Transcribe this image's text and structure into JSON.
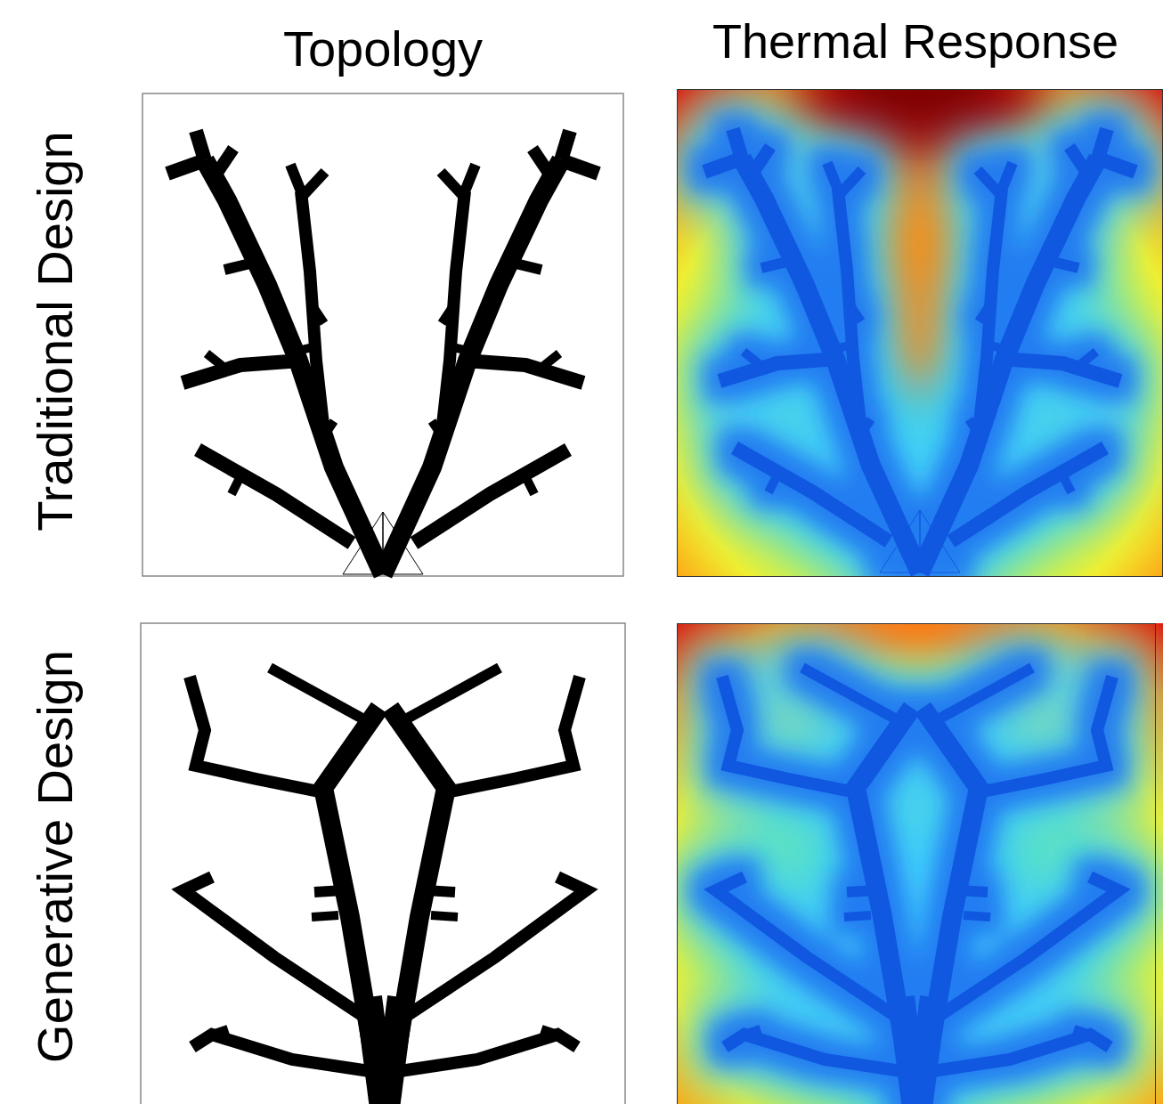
{
  "diagram": {
    "labels": [
      "Topology",
      "Thermal Response",
      "Traditional Design",
      "Generative Design"
    ]
  }
}
